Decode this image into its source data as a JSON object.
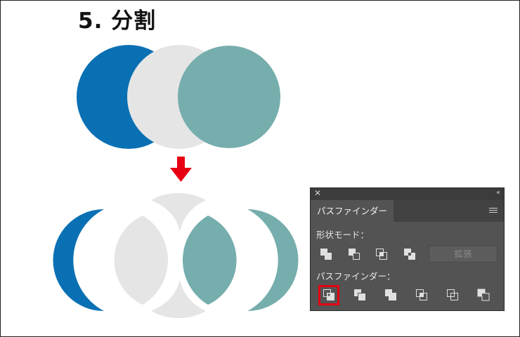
{
  "heading": "5. 分割",
  "colors": {
    "blue": "#0a70b4",
    "gray": "#e5e5e5",
    "teal": "#76adad",
    "arrow": "#e60012",
    "panel_bg": "#535353",
    "highlight": "#e60012"
  },
  "pathfinder_panel": {
    "tab_label": "パスファインダー",
    "shape_modes_label": "形状モード：",
    "shape_mode_buttons": [
      "unite-icon",
      "minus-front-icon",
      "intersect-icon",
      "exclude-icon"
    ],
    "expand_label": "拡張",
    "pathfinders_label": "パスファインダー：",
    "pathfinder_buttons": [
      "divide-icon",
      "trim-icon",
      "merge-icon",
      "crop-icon",
      "outline-icon",
      "minus-back-icon"
    ],
    "selected_button": "divide-icon"
  }
}
